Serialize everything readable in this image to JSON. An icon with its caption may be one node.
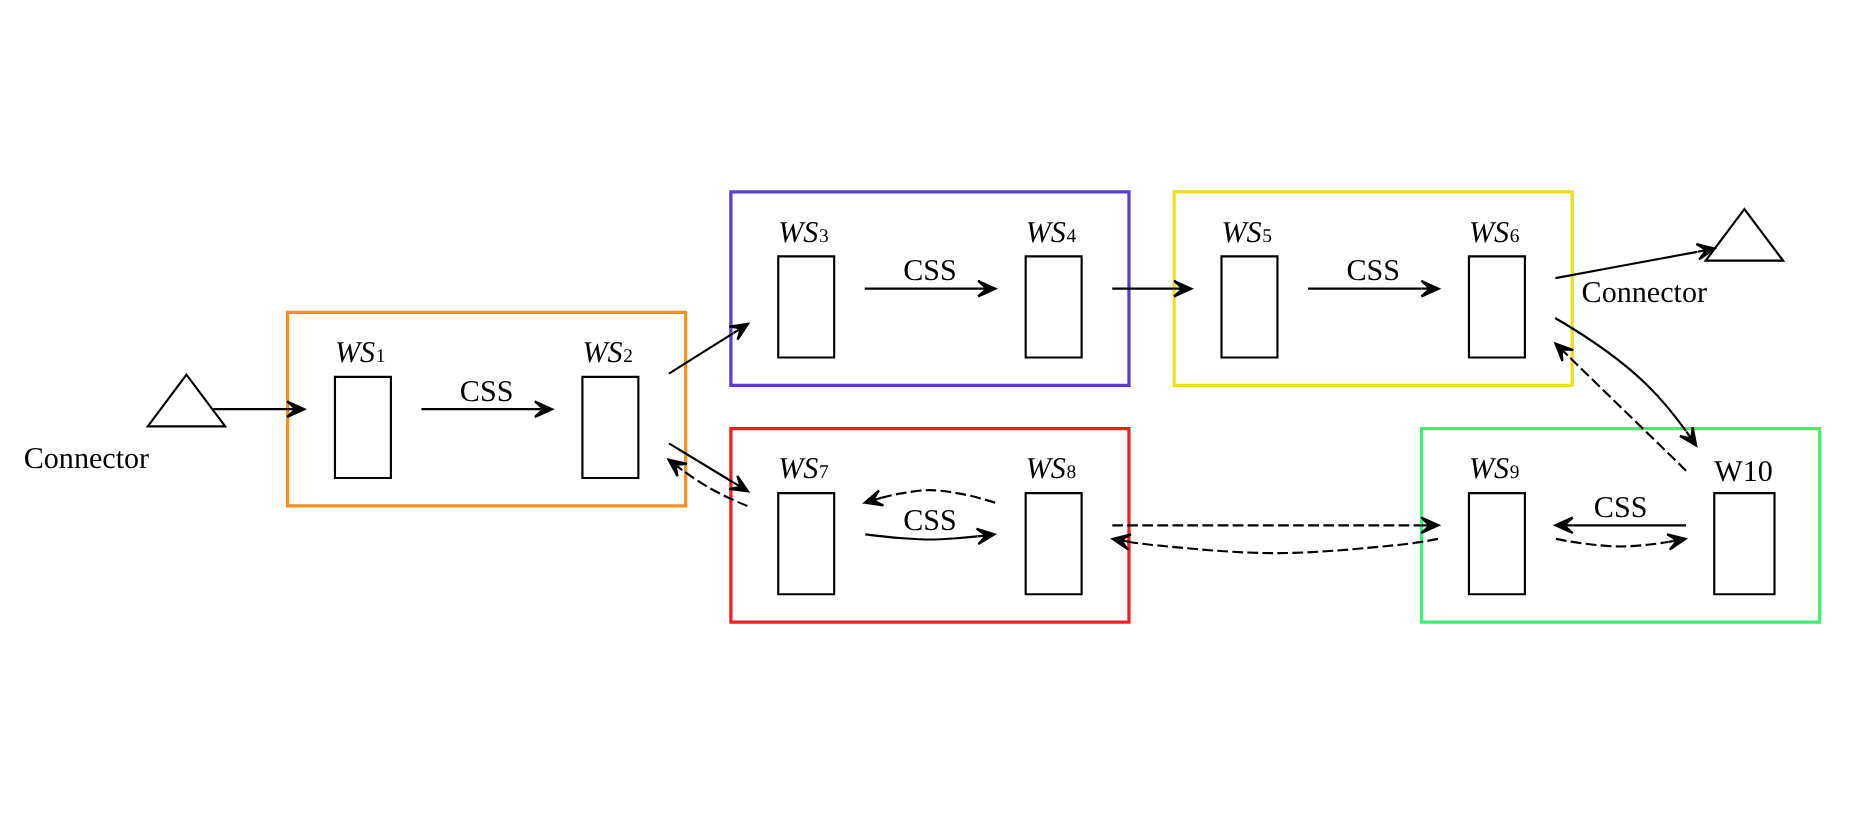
{
  "diagram": {
    "nodes": [
      {
        "text": [],
        "shape": "triangle",
        "beside": [
          "Connector"
        ]
      },
      {
        "text": [],
        "shape": "box"
      },
      {
        "text": [
          "*WS*$_{1}$"
        ],
        "in": 1
      },
      {
        "text": [
          "*WS*$_{2}$"
        ],
        "in": 1
      },
      {
        "text": [],
        "shape": "box"
      },
      {
        "text": [
          "*WS*$_{3}$"
        ],
        "in": 4
      },
      {
        "text": [
          "*WS*$_{4}$"
        ],
        "in": 4
      },
      {
        "text": [],
        "shape": "box"
      },
      {
        "text": [
          "*WS*$_{5}$"
        ],
        "in": 7
      },
      {
        "text": [
          "*WS*$_{6}$"
        ],
        "in": 7
      },
      {
        "text": [],
        "shape": "triangle",
        "beside": [
          "Connector"
        ]
      },
      {
        "text": [],
        "shape": "box"
      },
      {
        "text": [
          "*WS*$_{7}$"
        ],
        "in": 11
      },
      {
        "text": [
          "*WS*$_{8}$"
        ],
        "in": 11
      },
      {
        "text": [],
        "shape": "box"
      },
      {
        "text": [
          "*WS*$_{9}$"
        ],
        "in": 14
      },
      {
        "text": [
          "W10"
        ],
        "in": 14
      }
    ],
    "edges": [
      {
        "from": 0,
        "to": 2,
        "arrow": "to"
      },
      {
        "from": 2,
        "to": 3,
        "arrow": "to",
        "label": "CSS"
      },
      {
        "from": 3,
        "to": 5,
        "arrow": "to"
      },
      {
        "from": 5,
        "to": 6,
        "arrow": "to",
        "label": "CSS"
      },
      {
        "from": 6,
        "to": 8,
        "arrow": "to"
      },
      {
        "from": 8,
        "to": 9,
        "arrow": "to",
        "label": "CSS"
      },
      {
        "from": 9,
        "to": 10,
        "arrow": "to"
      },
      {
        "from": 9,
        "to": 16,
        "arrow": "to"
      },
      {
        "from": 16,
        "to": 9,
        "arrow": "to",
        "style": "dashed"
      },
      {
        "from": 16,
        "to": 15,
        "arrow": "to",
        "label": "CSS"
      },
      {
        "from": 15,
        "to": 16,
        "arrow": "to",
        "style": "dashed"
      },
      {
        "from": 13,
        "to": 15,
        "arrow": "to",
        "style": "dashed"
      },
      {
        "from": 15,
        "to": 13,
        "arrow": "to",
        "style": "dashed"
      },
      {
        "from": 13,
        "to": 12,
        "arrow": "to",
        "style": "dashed"
      },
      {
        "from": 12,
        "to": 13,
        "arrow": "to",
        "label": "CSS"
      },
      {
        "from": 3,
        "to": 12,
        "arrow": "to"
      },
      {
        "from": 12,
        "to": 3,
        "arrow": "to",
        "style": "dashed"
      }
    ]
  }
}
